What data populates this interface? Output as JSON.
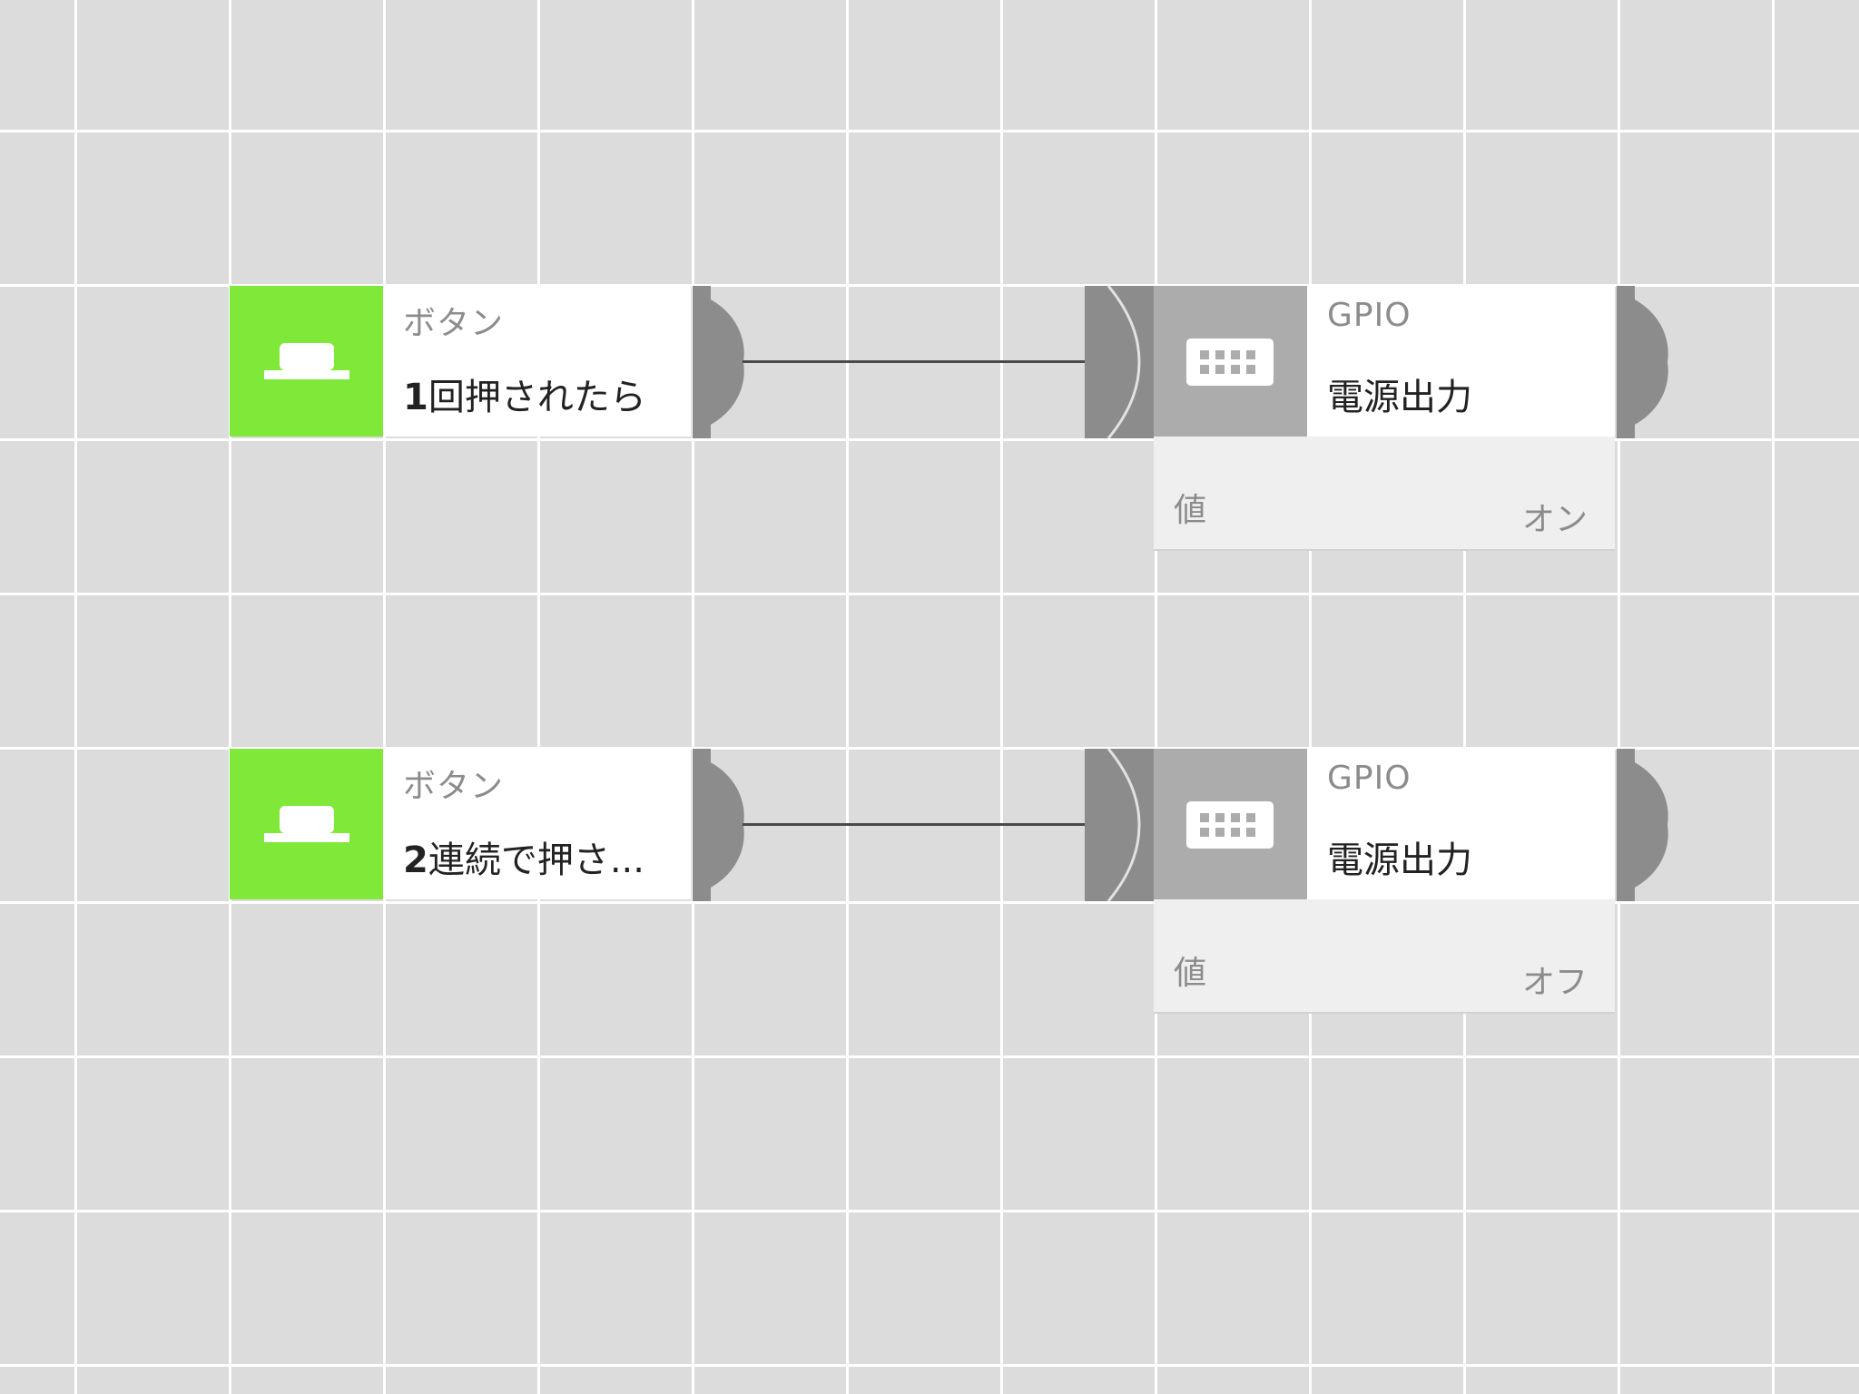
{
  "colors": {
    "canvas_background": "#dcdcdc",
    "grid_line": "#ffffff",
    "trigger_accent": "#80e838",
    "gpio_accent": "#acacac",
    "port": "#8c8c8c",
    "wire": "#4a4a4a",
    "params_background": "#efefef"
  },
  "rules": [
    {
      "trigger": {
        "icon": "button-icon",
        "category": "ボタン",
        "action_number": "1",
        "action_text": "回押されたら"
      },
      "output": {
        "icon": "gpio-icon",
        "category": "GPIO",
        "action": "電源出力",
        "param_label": "値",
        "param_value": "オン"
      }
    },
    {
      "trigger": {
        "icon": "button-icon",
        "category": "ボタン",
        "action_number": "2",
        "action_text": "連続で押さ..."
      },
      "output": {
        "icon": "gpio-icon",
        "category": "GPIO",
        "action": "電源出力",
        "param_label": "値",
        "param_value": "オフ"
      }
    }
  ]
}
